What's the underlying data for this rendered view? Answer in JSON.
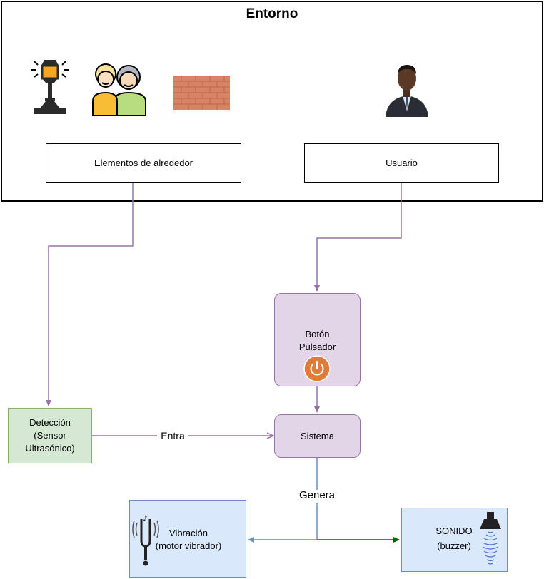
{
  "environment": {
    "title": "Entorno"
  },
  "nodes": {
    "surroundings": "Elementos de alrededor",
    "user": "Usuario",
    "button_line1": "Botón",
    "button_line2": "Pulsador",
    "system": "Sistema",
    "detection_line1": "Detección",
    "detection_line2": "(Sensor",
    "detection_line3": "Ultrasónico)",
    "vibration_line1": "Vibración",
    "vibration_line2": "(motor vibrador)",
    "sound_line1": "SONIDO",
    "sound_line2": "(buzzer)"
  },
  "edges": {
    "enters": "Entra",
    "generates": "Genera"
  },
  "icons": [
    "street-lamp-icon",
    "elderly-couple-icon",
    "brick-wall-icon",
    "businessman-icon",
    "power-icon",
    "tuning-fork-icon",
    "speaker-icon"
  ],
  "colors": {
    "purple_line": "#9673a6",
    "purple_fill": "#e1d5e7",
    "green_fill": "#d5e8d4",
    "green_stroke": "#82b366",
    "blue_fill": "#dae8fc",
    "blue_line": "#6c8ebf",
    "green_arrow": "#006600",
    "power_orange": "#e07b39"
  }
}
